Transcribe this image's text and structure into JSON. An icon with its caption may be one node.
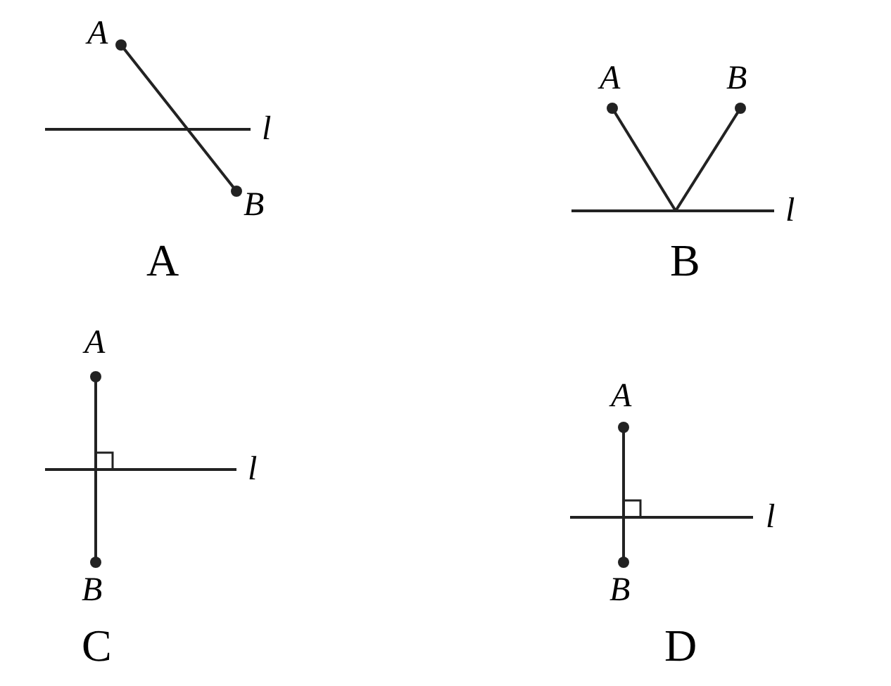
{
  "diagram": {
    "nodes": [
      {
        "text": [
          "A"
        ]
      },
      {
        "text": [
          "B"
        ]
      },
      {
        "text": [
          "A"
        ]
      },
      {
        "text": [
          "B"
        ]
      },
      {
        "text": [
          "A"
        ]
      },
      {
        "text": [
          "B"
        ]
      },
      {
        "text": [
          "A"
        ]
      },
      {
        "text": [
          "B"
        ]
      }
    ],
    "edges": [
      {
        "from": 0,
        "to": 1,
        "arrow": "none"
      },
      {
        "from": 2,
        "to": null,
        "arrow": "none"
      },
      {
        "from": 3,
        "to": null,
        "arrow": "none"
      },
      {
        "from": 4,
        "to": 5,
        "arrow": "none"
      },
      {
        "from": 6,
        "to": 7,
        "arrow": "none"
      }
    ],
    "labels": [
      "l",
      "l",
      "A",
      "B",
      "l",
      "l",
      "C",
      "D"
    ]
  }
}
